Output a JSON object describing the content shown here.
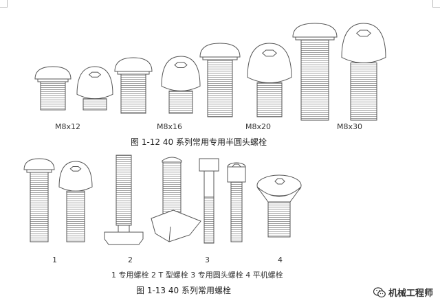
{
  "figure_1_12": {
    "size_labels": [
      "M8x12",
      "M8x16",
      "M8x20",
      "M8x30"
    ],
    "caption": "图 1-12   40 系列常用专用半圆头螺栓"
  },
  "figure_1_13": {
    "item_numbers": [
      "1",
      "2",
      "3",
      "4"
    ],
    "legend": "1  专用螺栓    2 T 型螺栓    3  专用圆头螺栓    4  平机螺栓",
    "caption": "图 1-13    40 系列常用螺栓"
  },
  "watermark": {
    "text": "机械工程师",
    "icon": "wechat-icon"
  },
  "colors": {
    "line": "#555555",
    "text": "#222222"
  }
}
